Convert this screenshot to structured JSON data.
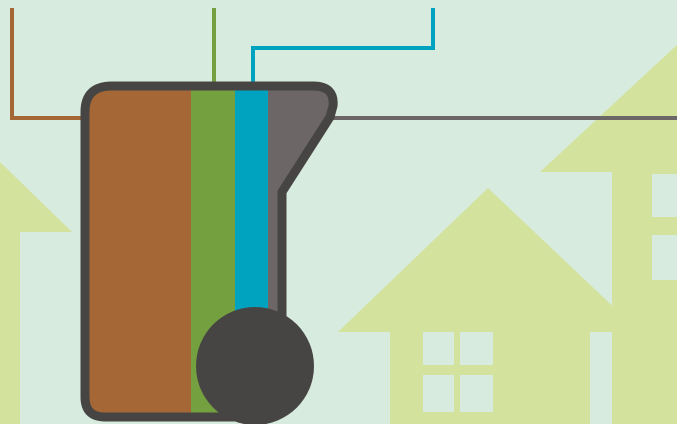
{
  "colors": {
    "background": "#d7ebde",
    "house_silhouette": "#d3e29c",
    "house_window": "#d7ebde",
    "bin_outline": "#474544",
    "layer_brown": "#a56735",
    "layer_green": "#74a03f",
    "layer_teal": "#00a3bf",
    "layer_gray": "#6c6766",
    "wheel": "#474544",
    "leader_brown": "#a56735",
    "leader_green": "#74a03f",
    "leader_teal": "#00a3bf",
    "leader_gray": "#6c6766"
  },
  "layers": [
    {
      "name": "brown",
      "color_key": "layer_brown"
    },
    {
      "name": "green",
      "color_key": "layer_green"
    },
    {
      "name": "teal",
      "color_key": "layer_teal"
    },
    {
      "name": "gray",
      "color_key": "layer_gray"
    }
  ],
  "labels": []
}
